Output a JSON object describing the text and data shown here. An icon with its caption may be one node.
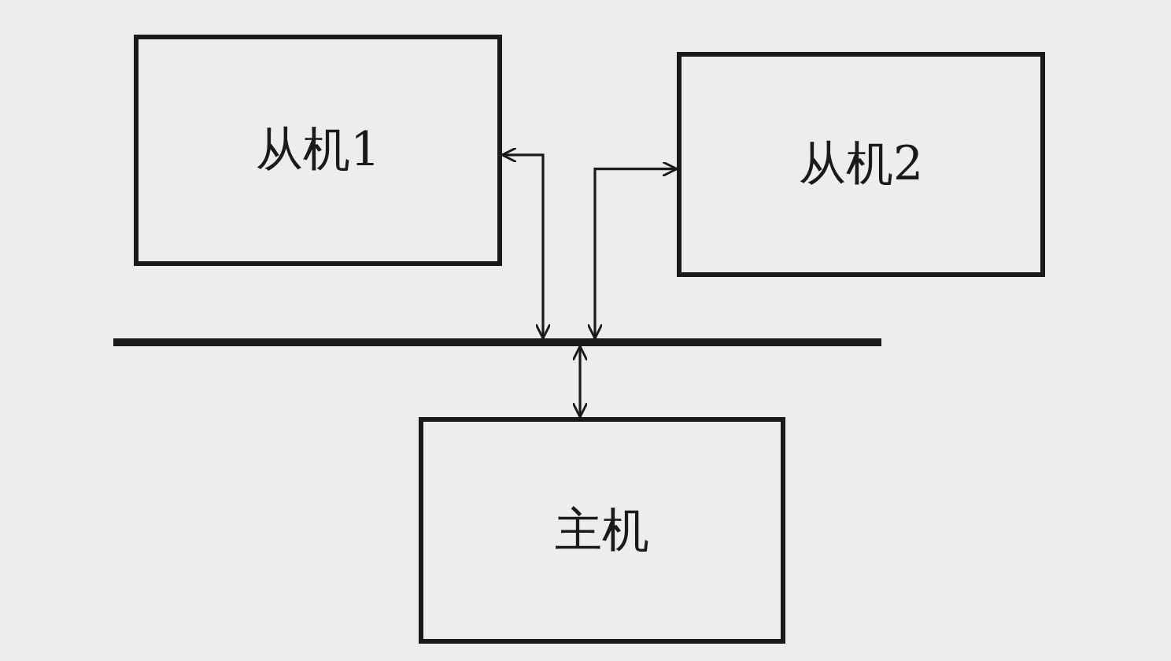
{
  "diagram": {
    "nodes": [
      {
        "text": [
          "从机1"
        ]
      },
      {
        "text": [
          "从机2"
        ]
      },
      {
        "text": [],
        "shape": "bar"
      },
      {
        "text": [
          "主机"
        ]
      }
    ],
    "edges": [
      {
        "from": 0,
        "to": 2,
        "arrow": "both"
      },
      {
        "from": 1,
        "to": 2,
        "arrow": "both"
      },
      {
        "from": 2,
        "to": 3,
        "arrow": "both"
      }
    ]
  }
}
